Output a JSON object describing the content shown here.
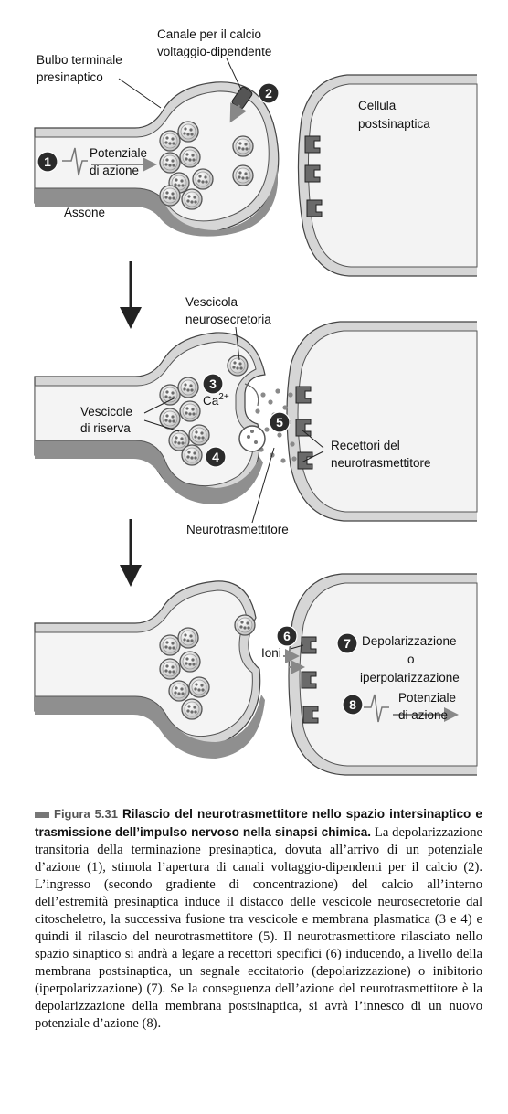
{
  "labels": {
    "bulbo": [
      "Bulbo terminale",
      "presinaptico"
    ],
    "canale": [
      "Canale per il calcio",
      "voltaggio-dipendente"
    ],
    "cellula": [
      "Cellula",
      "postsinaptica"
    ],
    "potenziale_1": [
      "Potenziale",
      "di azione"
    ],
    "assone": "Assone",
    "vescicola": [
      "Vescicola",
      "neurosecretoria"
    ],
    "ca": "Ca",
    "ca_sup": "2+",
    "vescicole_riserva": [
      "Vescicole",
      "di riserva"
    ],
    "recettori": [
      "Recettori del",
      "neurotrasmettitore"
    ],
    "neurotrasmettitore": "Neurotrasmettitore",
    "ioni": "Ioni",
    "depolarizzazione": "Depolarizzazione",
    "o": "o",
    "iperpolarizzazione": "iperpolarizzazione",
    "potenziale_8": [
      "Potenziale",
      "di azione"
    ]
  },
  "steps": [
    "1",
    "2",
    "3",
    "4",
    "5",
    "6",
    "7",
    "8"
  ],
  "caption": {
    "figure": "Figura 5.31",
    "title": "Rilascio del neurotrasmettitore nello spazio intersinaptico e trasmissione dell’impulso nervoso nella sinapsi chimica.",
    "body": "La depolarizzazione transitoria della terminazione presinaptica, dovuta all’arrivo di un potenziale d’azione (1), stimola l’apertura di canali voltaggio-dipendenti per il calcio (2). L’ingresso (secondo gradiente di concentrazione) del calcio all’interno dell’estremità presinaptica induce il distacco delle vescicole neurosecretorie dal citoscheletro, la successiva fusione tra vescicole e membrana plasmatica (3 e 4) e quindi il rilascio del neurotrasmettitore (5). Il neurotrasmettitore rilasciato nello spazio sinaptico si andrà a legare a recettori specifici (6) inducendo, a livello della membrana postsinaptica, un segnale eccitatorio (depolarizzazione) o inibitorio (iperpolarizzazione) (7). Se la conseguenza dell’azione del neurotrasmettitore è la depolarizzazione della membrana postsinaptica, si avrà l’innesco di un nuovo potenziale d’azione (8)."
  },
  "colors": {
    "membrane_light": "#d4d4d4",
    "membrane_dark": "#8c8c8c",
    "cytoplasm": "#f3f3f3",
    "badge": "#2b2b2b"
  }
}
